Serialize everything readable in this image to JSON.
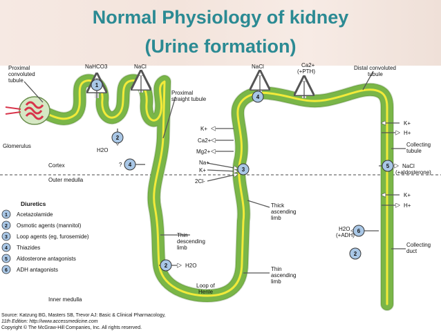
{
  "title": {
    "line1": "Normal Physiology of kidney",
    "line2": "(Urine formation)"
  },
  "labels": {
    "pct_1": "Proximal",
    "pct_2": "convoluted",
    "pct_3": "tubule",
    "nahco3": "NaHCO3",
    "nacl_a": "NaCl",
    "pst_1": "Proximal",
    "pst_2": "straight tubule",
    "nacl_b": "NaCl",
    "ca_top": "Ca2+",
    "pth": "(+PTH)",
    "dct_1": "Distal convoluted",
    "dct_2": "tubule",
    "glomerulus": "Glomerulus",
    "h2o_a": "H2O",
    "k_a": "K+",
    "ca_a": "Ca2+",
    "mg_a": "Mg2+",
    "na_a": "Na+",
    "k_b": "K+",
    "cl_a": "2Cl-",
    "k_right": "K+",
    "h_right": "H+",
    "collecting_1": "Collecting",
    "collecting_2": "tubule",
    "nacl_c": "NaCl",
    "aldo": "(+aldosterone)",
    "cortex": "Cortex",
    "question": "?",
    "outer_medulla": "Outer medulla",
    "k_right2": "K+",
    "h_right2": "H+",
    "thick_1": "Thick",
    "thick_2": "ascending",
    "thick_3": "limb",
    "h2o_b": "H2O",
    "adh": "(+ADH)",
    "thin_desc_1": "Thin",
    "thin_desc_2": "descending",
    "thin_desc_3": "limb",
    "h2o_c": "H2O",
    "thin_asc_1": "Thin",
    "thin_asc_2": "ascending",
    "thin_asc_3": "limb",
    "cd_1": "Collecting",
    "cd_2": "duct",
    "loop_1": "Loop of",
    "loop_2": "Henle",
    "inner_medulla": "Inner medulla"
  },
  "badges": {
    "b1": "1",
    "b2a": "2",
    "b4a": "4",
    "b4b": "4",
    "b3": "3",
    "b5": "5",
    "b6": "6",
    "b2b": "2",
    "b2c": "2"
  },
  "legend": {
    "heading": "Diuretics",
    "items": [
      {
        "num": "1",
        "text": "Acetazolamide"
      },
      {
        "num": "2",
        "text": "Osmotic agents (mannitol)"
      },
      {
        "num": "3",
        "text": "Loop agents (eg, furosemide)"
      },
      {
        "num": "4",
        "text": "Thiazides"
      },
      {
        "num": "5",
        "text": "Aldosterone antagonists"
      },
      {
        "num": "6",
        "text": "ADH antagonists"
      }
    ]
  },
  "source": {
    "line1": "Source: Katzung BG, Masters SB, Trevor AJ: Basic & Clinical Pharmacology,",
    "line2": "11th Edition: http://www.accessmedicine.com",
    "line3": "Copyright © The McGraw-Hill Companies, Inc. All rights reserved."
  },
  "colors": {
    "title": "#2b8a93",
    "tubule": "#7ab648",
    "tubule_core": "#f2ea3a",
    "glomerulus": "#d8344a",
    "badge": "#a9c7e6"
  }
}
